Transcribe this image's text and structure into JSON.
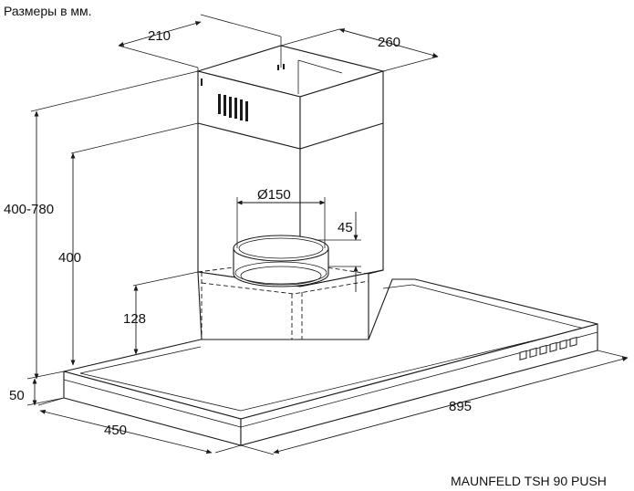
{
  "caption_top": "Размеры в мм.",
  "caption_bottom": "MAUNFELD TSH 90 PUSH",
  "dimensions": {
    "chimney_depth": "210",
    "chimney_width": "260",
    "total_height": "400-780",
    "chimney_height": "400",
    "outlet_diameter": "Ø150",
    "outlet_offset": "45",
    "box_height": "128",
    "canopy_height": "50",
    "depth": "450",
    "width": "895"
  },
  "colors": {
    "line": "#1a1a1a",
    "background": "#ffffff"
  }
}
